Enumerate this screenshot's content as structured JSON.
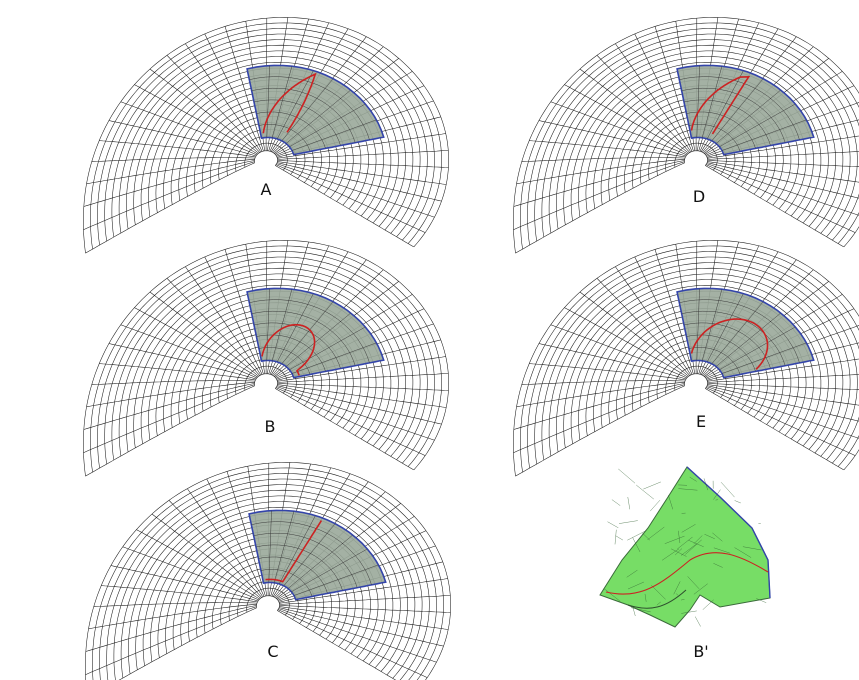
{
  "panels": [
    {
      "id": "A",
      "label": "A",
      "kind": "mesh",
      "curve": "A"
    },
    {
      "id": "D",
      "label": "D",
      "kind": "mesh",
      "curve": "D"
    },
    {
      "id": "B",
      "label": "B",
      "kind": "mesh",
      "curve": "B"
    },
    {
      "id": "E",
      "label": "E",
      "kind": "mesh",
      "curve": "E"
    },
    {
      "id": "C",
      "label": "C",
      "kind": "mesh",
      "curve": "C"
    },
    {
      "id": "Bp",
      "label": "B'",
      "kind": "patch-only",
      "curve": "B"
    }
  ],
  "colors": {
    "background": "#ffffff",
    "mesh_line": "#1a1a1a",
    "patch_fill": "#9aa89a",
    "patch_border": "#3344aa",
    "curve": "#cc2222",
    "patch_green": "#77dd66",
    "label": "#111111"
  }
}
